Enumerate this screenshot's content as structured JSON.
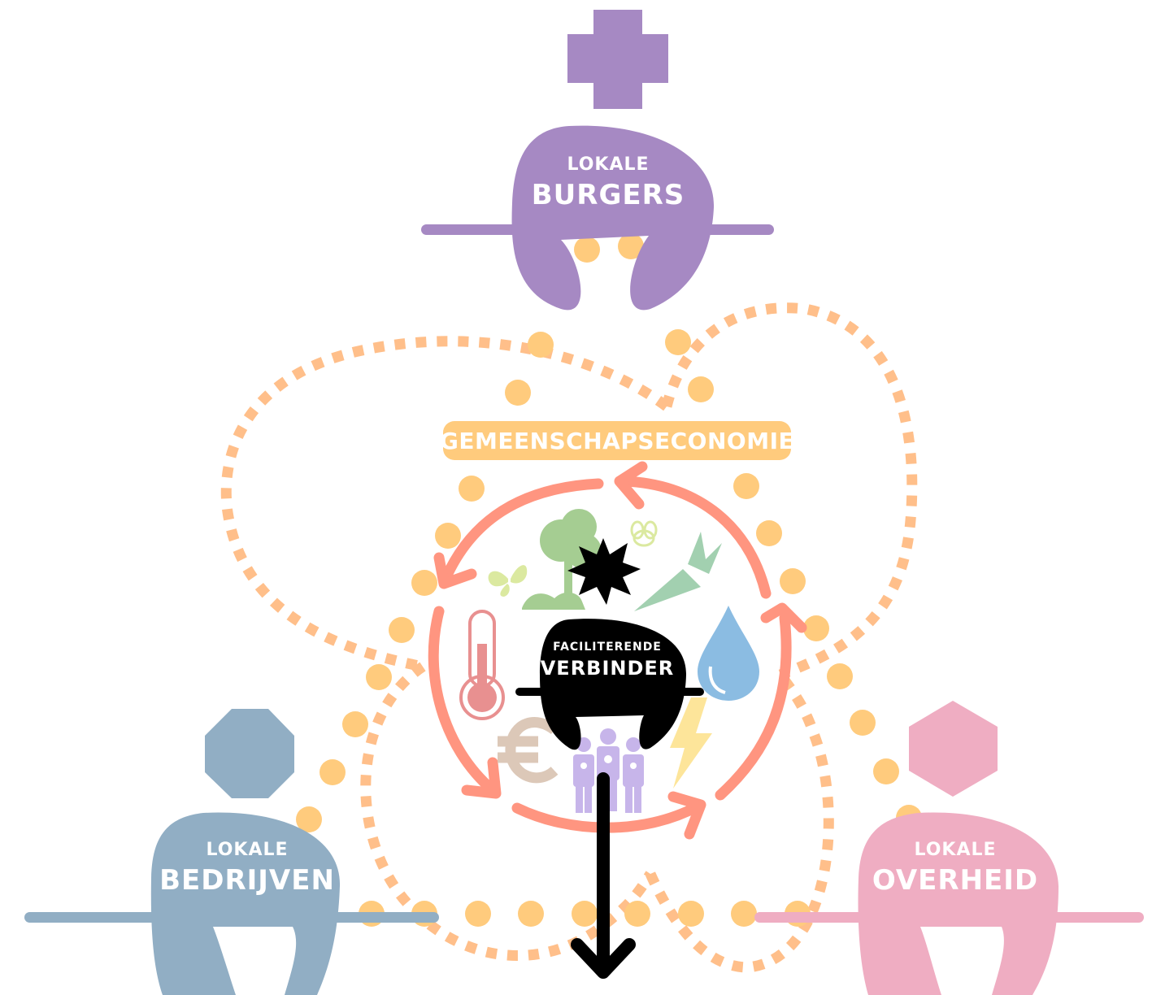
{
  "diagram": {
    "center_badge": "GEMEENSCHAPSECONOMIE",
    "center_actor": {
      "small": "FACILITERENDE",
      "big": "VERBINDER"
    },
    "actors": [
      {
        "id": "burgers",
        "small": "LOKALE",
        "big": "BURGERS",
        "color": "#a689c3",
        "head_shape": "cross"
      },
      {
        "id": "bedrijven",
        "small": "LOKALE",
        "big": "BEDRIJVEN",
        "color": "#91aec4",
        "head_shape": "octagon"
      },
      {
        "id": "overheid",
        "small": "LOKALE",
        "big": "OVERHEID",
        "color": "#efadc2",
        "head_shape": "hexagon"
      }
    ],
    "colors": {
      "dots": "#ffcb7d",
      "dashed_loops": "#ffbf8a",
      "badge": "#ffcb7d",
      "cycle_arrows": "#ff9580",
      "center_actor": "#000000"
    },
    "icons": [
      "tree-icon",
      "butterfly-icon",
      "bee-icon",
      "virus-icon",
      "carrot-icon",
      "thermometer-icon",
      "water-drop-icon",
      "lightning-icon",
      "euro-icon",
      "people-icon",
      "down-arrow-icon"
    ]
  }
}
